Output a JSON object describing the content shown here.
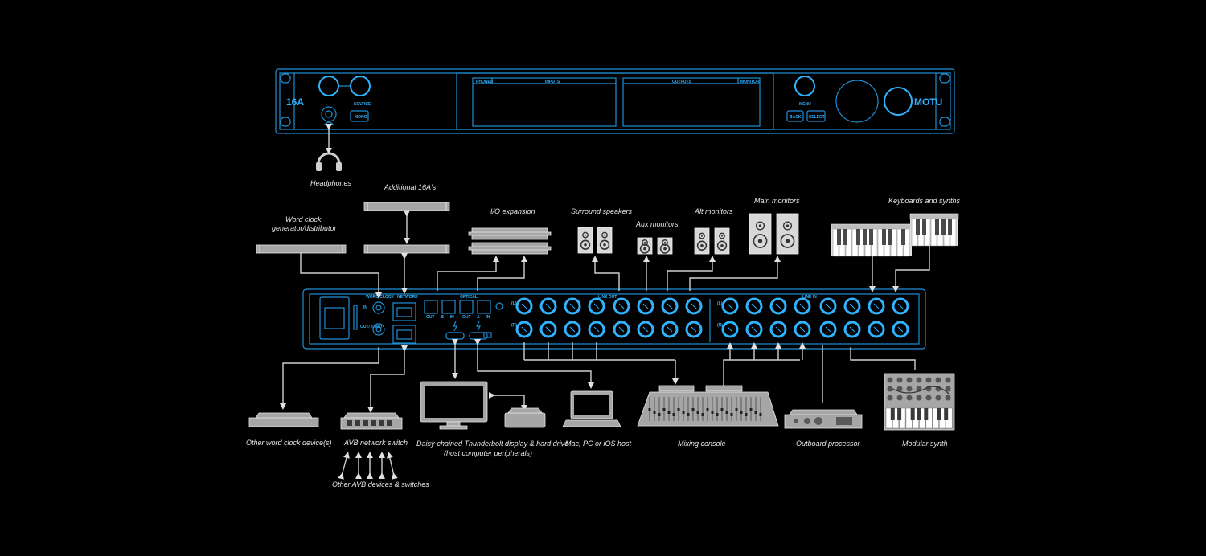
{
  "front_panel": {
    "model": "16A",
    "brand": "MOTU",
    "source_label": "SOURCE",
    "mono_label": "MONO",
    "menu_label": "MENU",
    "back_label": "BACK",
    "select_label": "SELECT",
    "display_left": {
      "phones": "PHONES",
      "inputs": "INPUTS"
    },
    "display_right": {
      "outputs": "OUTPUTS",
      "monitor": "MONITOR"
    }
  },
  "rear_panel": {
    "word_clock": "WORD CLOCK",
    "in": "IN",
    "out_thru": "OUT/ THRU",
    "network": "NETWORK",
    "optical": "OPTICAL",
    "optical_b": "OUT — B — IN",
    "optical_a": "OUT — A — IN",
    "line_out": "LINE OUT",
    "line_in": "LINE IN",
    "left": "(L)",
    "right": "(R)"
  },
  "labels": {
    "headphones": "Headphones",
    "additional": "Additional 16A's",
    "word_clock_gen": "Word clock",
    "word_clock_gen2": "generator/distributor",
    "io_expansion": "I/O expansion",
    "surround": "Surround speakers",
    "aux": "Aux monitors",
    "alt": "Alt monitors",
    "main": "Main monitors",
    "keyboards": "Keyboards and synths",
    "other_wc": "Other word clock device(s)",
    "avb_switch": "AVB network switch",
    "other_avb": "Other AVB devices & switches",
    "daisy": "Daisy-chained Thunderbolt display & hard drive",
    "daisy2": "(host computer peripherals)",
    "host": "Mac, PC or iOS host",
    "mixing": "Mixing console",
    "outboard": "Outboard processor",
    "modular": "Modular synth"
  },
  "colors": {
    "panel_blue": "#2fb3ff",
    "panel_line": "#1f8fd6",
    "device_gray": "#a6a6a6"
  }
}
